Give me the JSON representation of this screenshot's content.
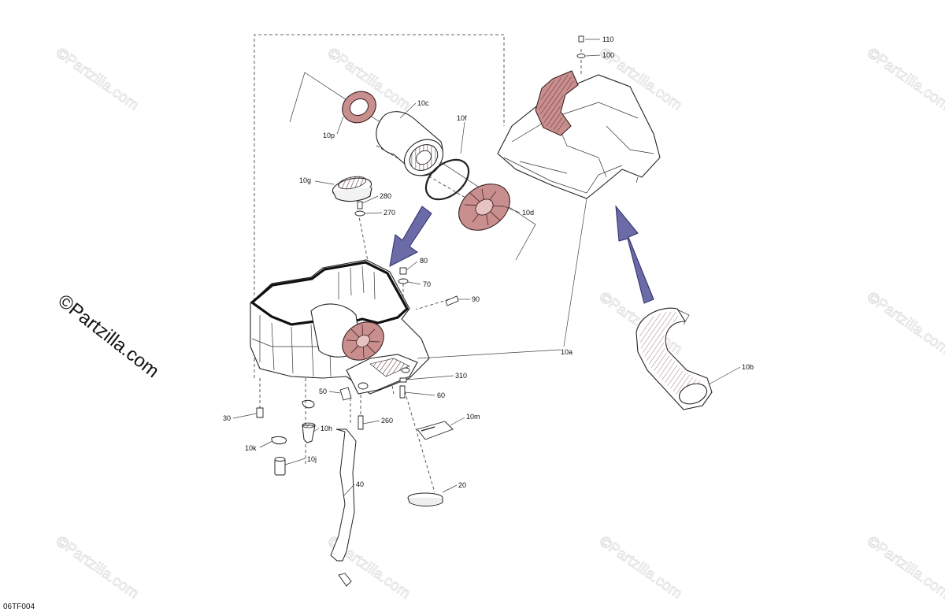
{
  "watermark": {
    "text": "©Partzilla.com"
  },
  "brand": {
    "text": "©Partzilla.com"
  },
  "figure_id": "06TF004",
  "callouts": {
    "p110": "110",
    "p100": "100",
    "p10c": "10c",
    "p10f": "10f",
    "p10p": "10p",
    "p10g": "10g",
    "p280": "280",
    "p270": "270",
    "p10d": "10d",
    "p80": "80",
    "p70": "70",
    "p90": "90",
    "p10a": "10a",
    "p10b": "10b",
    "p310": "310",
    "p60": "60",
    "p50": "50",
    "p30": "30",
    "p10h": "10h",
    "p260": "260",
    "p10m": "10m",
    "p10k": "10k",
    "p10j": "10j",
    "p40": "40",
    "p20": "20"
  }
}
